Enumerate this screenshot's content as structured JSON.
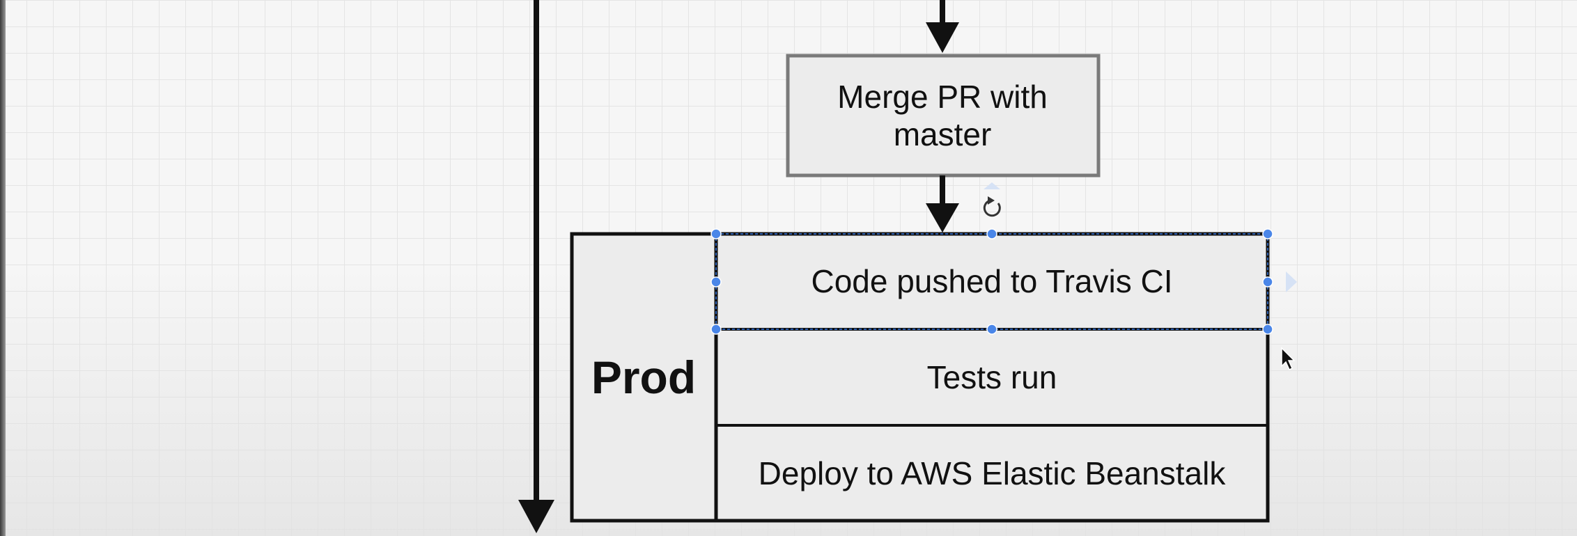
{
  "diagram": {
    "merge_box": "Merge PR with master",
    "prod_group": {
      "label": "Prod",
      "steps": [
        "Code pushed to Travis CI",
        "Tests run",
        "Deploy to AWS Elastic Beanstalk"
      ]
    }
  },
  "colors": {
    "canvas": "#f6f6f6",
    "grid": "#e4e4e4",
    "stroke": "#111111",
    "box_fill": "#ececec",
    "merge_box_stroke": "#7a7a7a",
    "selection_handle": "#4a86e8"
  },
  "icons": {
    "rotate": "rotate-icon",
    "connect_arrow": "connect-arrow-icon",
    "cursor": "mouse-cursor-icon"
  }
}
